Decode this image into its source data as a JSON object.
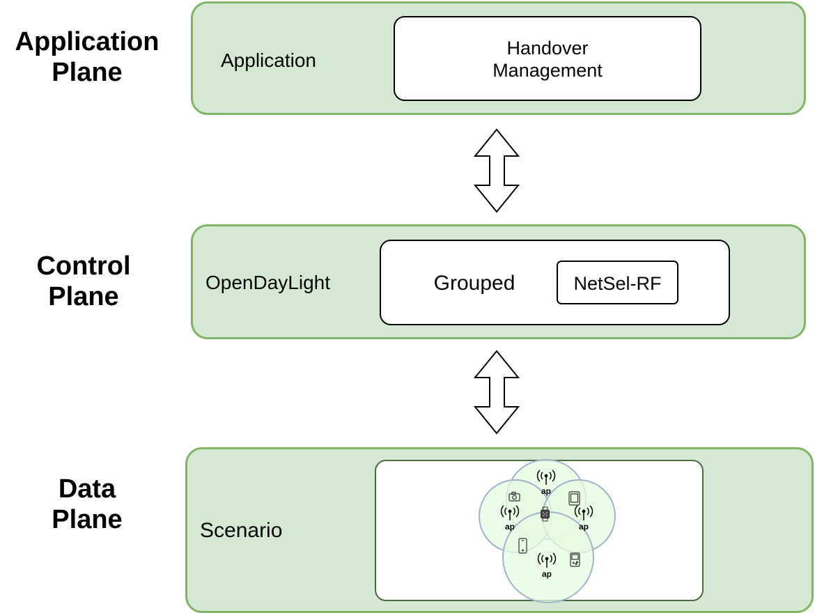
{
  "planes": {
    "application": {
      "label": "Application\nPlane",
      "band_label": "Application",
      "box_label": "Handover\nManagement"
    },
    "control": {
      "label": "Control\nPlane",
      "band_label": "OpenDayLight",
      "box_label": "Grouped",
      "module_label": "NetSel-RF"
    },
    "data": {
      "label": "Data\nPlane",
      "band_label": "Scenario",
      "ap_label": "ap"
    }
  },
  "colors": {
    "band_fill": "#d5e8d4",
    "band_border": "#82b366",
    "cell_fill": "#e8fbe2",
    "cell_border": "#a3b8d0"
  },
  "icons": [
    "antenna-icon",
    "camera-icon",
    "tablet-icon",
    "smartwatch-icon",
    "phone-icon",
    "gameboy-icon",
    "double-arrow-icon"
  ]
}
